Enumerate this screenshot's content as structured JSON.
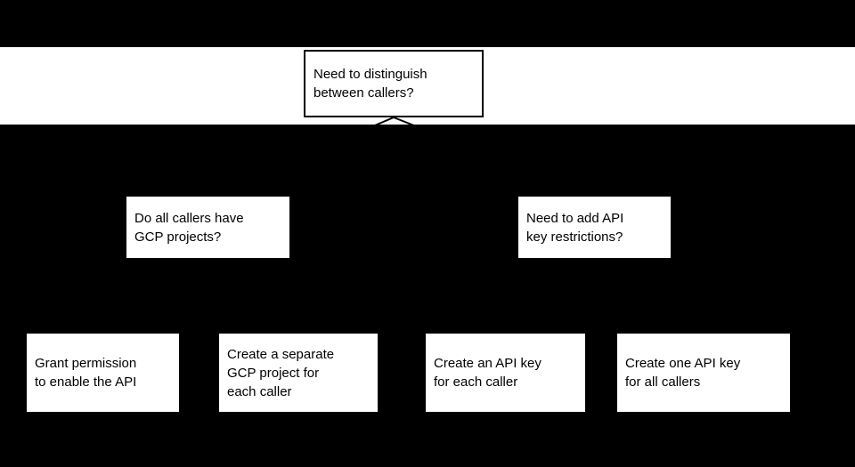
{
  "colors": {
    "background": "#000000",
    "band_fill": "#ffffff",
    "node_fill": "#ffffff",
    "node_text": "#000000",
    "root_border": "#000000",
    "connector": "#000000"
  },
  "flowchart": {
    "root": {
      "text": "Need to distinguish\nbetween callers?"
    },
    "branch_left": {
      "text": "Do all callers have\nGCP projects?"
    },
    "branch_right": {
      "text": "Need to add API\nkey restrictions?"
    },
    "leaves": [
      {
        "text": "Grant permission\nto enable the API"
      },
      {
        "text": "Create a separate\nGCP project for\neach caller"
      },
      {
        "text": "Create an API key\nfor each caller"
      },
      {
        "text": "Create one API key\nfor all callers"
      }
    ]
  }
}
